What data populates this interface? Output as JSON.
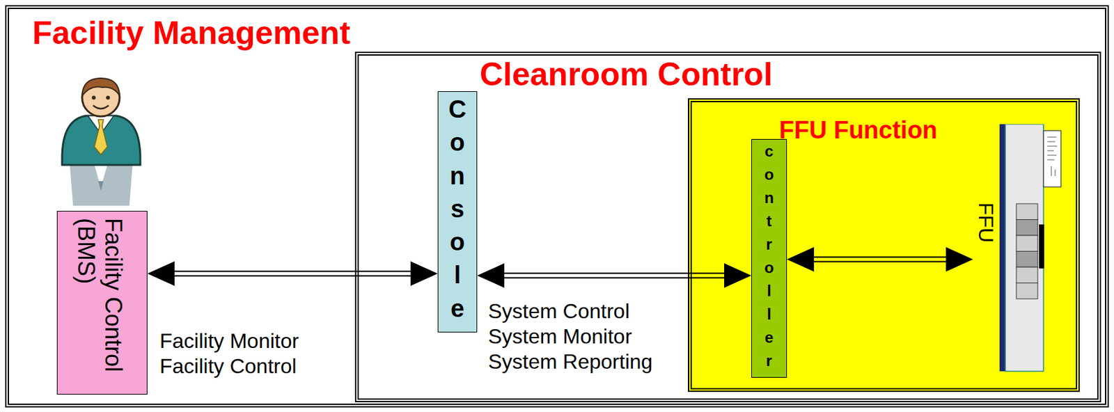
{
  "diagram": {
    "nodes": [
      {
        "text": [
          "Facility Management"
        ]
      },
      {
        "text": [
          "Facility Control (BMS)"
        ],
        "in": 0
      },
      {
        "text": [
          "Cleanroom Control"
        ],
        "in": 0
      },
      {
        "text": [
          "Console"
        ],
        "in": 2
      },
      {
        "text": [
          "FFU Function"
        ],
        "in": 2
      },
      {
        "text": [
          "controller"
        ],
        "in": 4
      },
      {
        "text": [
          "FFU"
        ],
        "in": 4
      }
    ],
    "edges": [
      {
        "from": 1,
        "to": 3,
        "arrow": "both",
        "label": "Facility Monitor Facility Control"
      },
      {
        "from": 3,
        "to": 5,
        "arrow": "both",
        "label": "System Control System Monitor System Reporting"
      },
      {
        "from": 5,
        "to": 6,
        "arrow": "both"
      }
    ]
  }
}
